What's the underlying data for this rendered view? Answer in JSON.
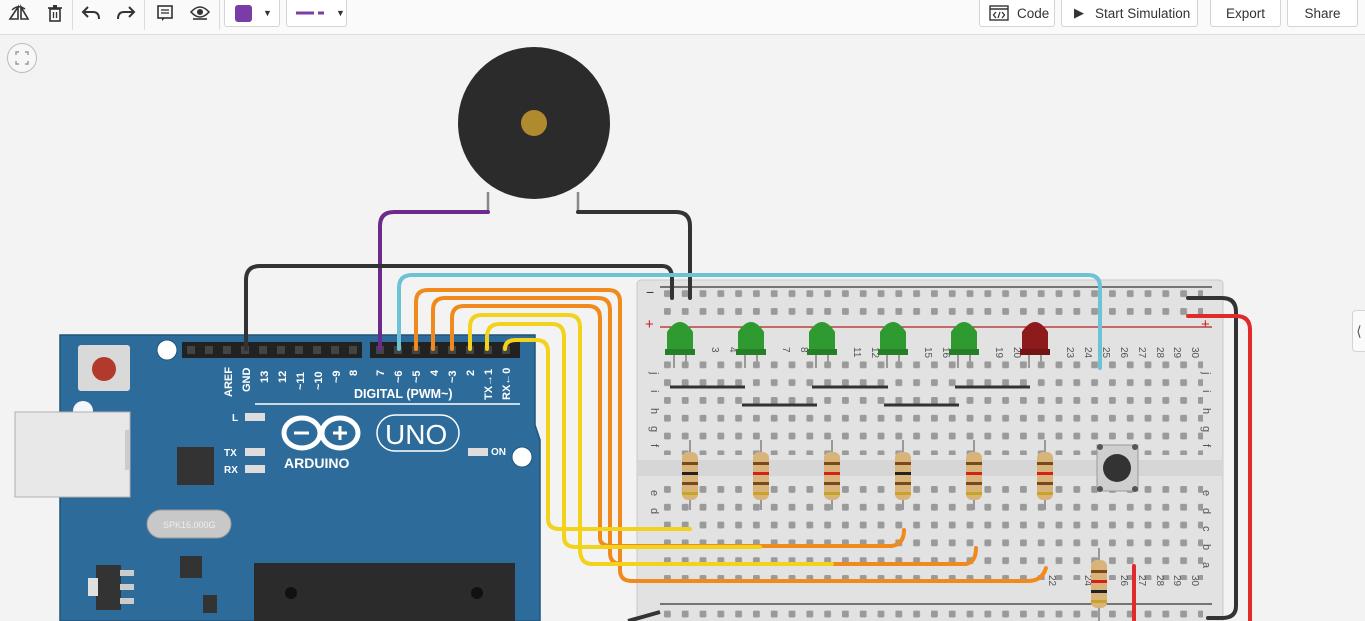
{
  "toolbar": {
    "left_icons": [
      "rotate-icon",
      "delete-icon",
      "undo-icon",
      "redo-icon",
      "notes-icon",
      "visibility-icon"
    ],
    "fill_color": "#7a3da8",
    "code_label": "Code",
    "simulate_label": "Start Simulation",
    "export_label": "Export",
    "share_label": "Share"
  },
  "arduino": {
    "logo_text": "ARDUINO",
    "model": "UNO",
    "digital_label": "DIGITAL (PWM~)",
    "pin_labels": [
      "AREF",
      "GND",
      "13",
      "12",
      "~11",
      "~10",
      "~9",
      "8",
      "7",
      "~6",
      "~5",
      "4",
      "~3",
      "2",
      "TX→1",
      "RX←0"
    ],
    "led_l": "L",
    "led_tx": "TX",
    "led_rx": "RX",
    "led_on": "ON",
    "crystal_text": "SPK16.000G",
    "board_color": "#2d6c9a"
  },
  "breadboard": {
    "col_numbers_top": [
      "3",
      "4",
      "7",
      "8",
      "11",
      "12",
      "15",
      "16",
      "19",
      "20",
      "23",
      "24",
      "25",
      "26",
      "27",
      "28",
      "29",
      "30"
    ],
    "col_numbers_bottom": [
      "22",
      "24",
      "26",
      "27",
      "28",
      "29",
      "30"
    ],
    "row_letters_top": [
      "j",
      "i",
      "h",
      "g",
      "f"
    ],
    "row_letters_bottom": [
      "e",
      "d",
      "c",
      "b",
      "a"
    ],
    "rail_plus": "+",
    "rail_minus": "−"
  },
  "components": {
    "led_colors": [
      "green",
      "green",
      "green",
      "green",
      "green",
      "red"
    ]
  },
  "colors": {
    "wire_purple": "#6b2a8c",
    "wire_black": "#333333",
    "wire_cyan": "#6cc3d5",
    "wire_orange": "#f08a1c",
    "wire_yellow": "#f2d21b",
    "wire_red": "#e02b2b",
    "led_green": "#2f9a2f",
    "led_red": "#8e1b1b"
  }
}
